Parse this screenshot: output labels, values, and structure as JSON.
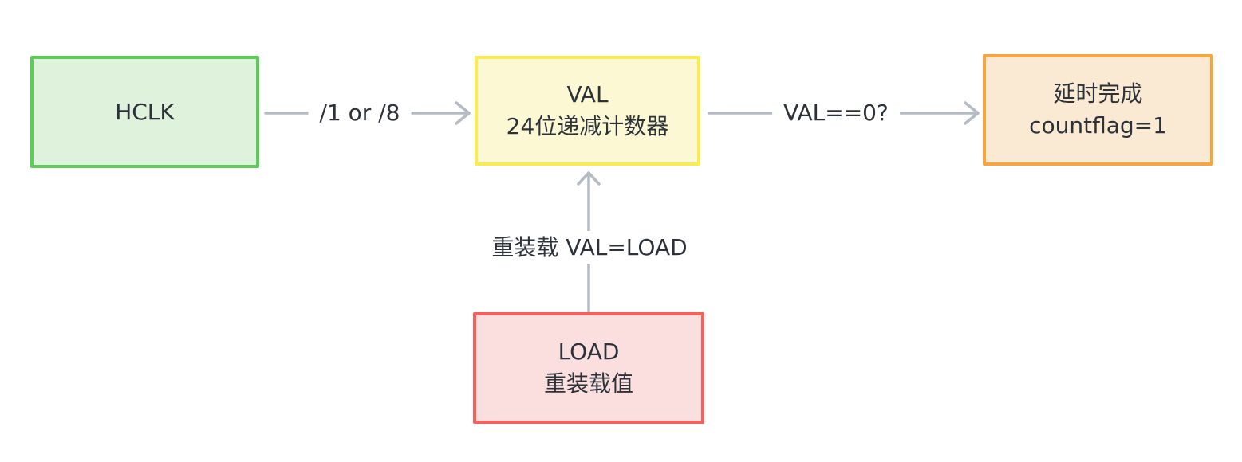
{
  "page": {
    "background": "#ffffff",
    "text_color": "#2d323a",
    "arrow_color": "#b5bbc3"
  },
  "diagram": {
    "nodes": {
      "hclk": {
        "line1": "HCLK",
        "border_color": "#5dcc58",
        "fill_color": "#dff3dc"
      },
      "counter": {
        "line1": "VAL",
        "line2": "24位递减计数器",
        "border_color": "#f8ec52",
        "fill_color": "#fbf8d3"
      },
      "done": {
        "line1": "延时完成",
        "line2": "countflag=1",
        "border_color": "#f6a540",
        "fill_color": "#fae9d3"
      },
      "load": {
        "line1": "LOAD",
        "line2": "重装载值",
        "border_color": "#f4615b",
        "fill_color": "#fbdfdf"
      }
    },
    "edges": {
      "clock_divide": {
        "label": "/1 or /8"
      },
      "zero_check": {
        "label": "VAL==0?"
      },
      "reload": {
        "label": "重装载 VAL=LOAD"
      }
    }
  }
}
